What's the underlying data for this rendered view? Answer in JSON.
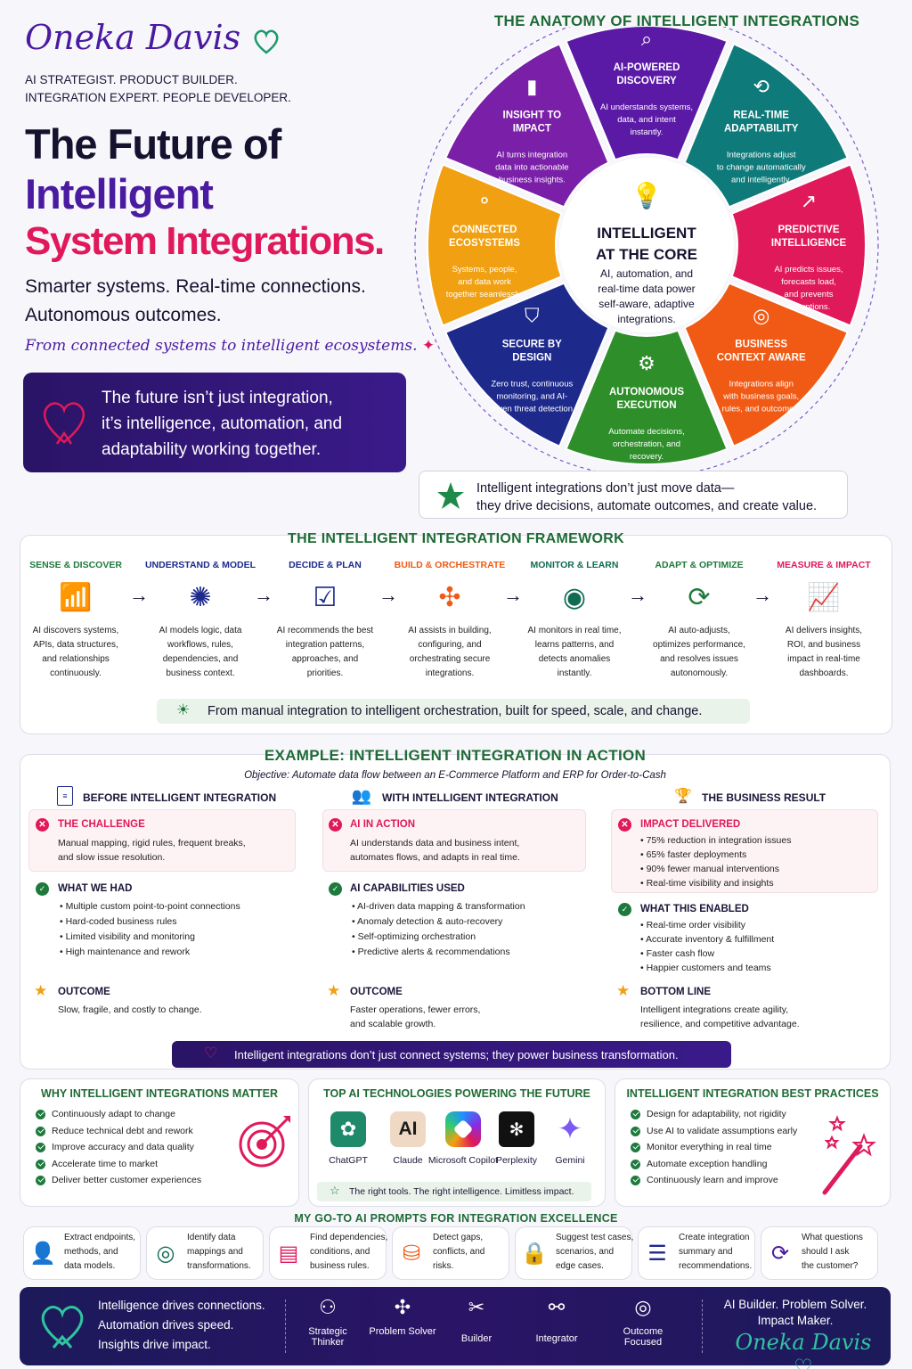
{
  "header": {
    "signature": "Oneka Davis",
    "roles_line1": "AI STRATEGIST. PRODUCT BUILDER.",
    "roles_line2": "INTEGRATION EXPERT. PEOPLE DEVELOPER.",
    "title_line1": "The Future of",
    "title_line2": "Intelligent",
    "title_line3": "System Integrations.",
    "subtitle_line1": "Smarter systems. Real-time connections.",
    "subtitle_line2": "Autonomous outcomes.",
    "tagline": "From connected systems to intelligent ecosystems.",
    "callout_line1": "The future isn’t just integration,",
    "callout_line2": "it’s intelligence, automation, and",
    "callout_line3": "adaptability working together."
  },
  "anatomy": {
    "title": "THE ANATOMY OF INTELLIGENT INTEGRATIONS",
    "core_title_1": "INTELLIGENT",
    "core_title_2": "AT THE CORE",
    "core_desc": [
      "AI, automation, and",
      "real-time data power",
      "self-aware, adaptive",
      "integrations."
    ],
    "segments": [
      {
        "title": [
          "AI-POWERED",
          "DISCOVERY"
        ],
        "desc": [
          "AI understands systems,",
          "data, and intent",
          "instantly."
        ],
        "color": "#5b1aa6",
        "icon": "search-icon"
      },
      {
        "title": [
          "REAL-TIME",
          "ADAPTABILITY"
        ],
        "desc": [
          "Integrations adjust",
          "to change automatically",
          "and intelligently."
        ],
        "color": "#0f7a7a",
        "icon": "sync-icon"
      },
      {
        "title": [
          "PREDICTIVE",
          "INTELLIGENCE"
        ],
        "desc": [
          "AI predicts issues,",
          "forecasts load,",
          "and prevents",
          "disruptions."
        ],
        "color": "#e0195a",
        "icon": "trend-chart-icon"
      },
      {
        "title": [
          "BUSINESS",
          "CONTEXT AWARE"
        ],
        "desc": [
          "Integrations align",
          "with business goals,",
          "rules, and outcomes."
        ],
        "color": "#f05a14",
        "icon": "target-icon"
      },
      {
        "title": [
          "AUTONOMOUS",
          "EXECUTION"
        ],
        "desc": [
          "Automate decisions,",
          "orchestration, and",
          "recovery."
        ],
        "color": "#2e8f2a",
        "icon": "robot-icon"
      },
      {
        "title": [
          "SECURE BY",
          "DESIGN"
        ],
        "desc": [
          "Zero trust, continuous",
          "monitoring, and AI-",
          "driven threat detection."
        ],
        "color": "#1d2a8c",
        "icon": "shield-icon"
      },
      {
        "title": [
          "CONNECTED",
          "ECOSYSTEMS"
        ],
        "desc": [
          "Systems, people,",
          "and data work",
          "together seamlessly."
        ],
        "color": "#f0a010",
        "icon": "network-icon"
      },
      {
        "title": [
          "INSIGHT TO",
          "IMPACT"
        ],
        "desc": [
          "AI turns integration",
          "data into actionable",
          "business insights."
        ],
        "color": "#7a1fa8",
        "icon": "bar-chart-icon"
      }
    ],
    "note_line1": "Intelligent integrations don’t just move data—",
    "note_line2": "they drive decisions, automate outcomes, and create value."
  },
  "framework": {
    "title": "THE INTELLIGENT INTEGRATION FRAMEWORK",
    "steps": [
      {
        "title": "SENSE & DISCOVER",
        "desc": [
          "AI discovers systems,",
          "APIs, data structures,",
          "and relationships",
          "continuously."
        ],
        "color": "#1e7a3c",
        "icon": "wifi-icon"
      },
      {
        "title": "UNDERSTAND & MODEL",
        "desc": [
          "AI models logic, data",
          "workflows, rules,",
          "dependencies, and",
          "business context."
        ],
        "color": "#1d2a8c",
        "icon": "brain-icon"
      },
      {
        "title": "DECIDE & PLAN",
        "desc": [
          "AI recommends the best",
          "integration patterns,",
          "approaches, and",
          "priorities."
        ],
        "color": "#1d2a8c",
        "icon": "checklist-icon"
      },
      {
        "title": "BUILD & ORCHESTRATE",
        "desc": [
          "AI assists in building,",
          "configuring, and",
          "orchestrating secure",
          "integrations."
        ],
        "color": "#f05a14",
        "icon": "puzzle-icon"
      },
      {
        "title": "MONITOR & LEARN",
        "desc": [
          "AI monitors in real time,",
          "learns patterns, and",
          "detects anomalies",
          "instantly."
        ],
        "color": "#0f6b52",
        "icon": "eye-icon"
      },
      {
        "title": "ADAPT & OPTIMIZE",
        "desc": [
          "AI auto-adjusts,",
          "optimizes performance,",
          "and resolves issues",
          "autonomously."
        ],
        "color": "#1e7a3c",
        "icon": "refresh-icon"
      },
      {
        "title": "MEASURE & IMPACT",
        "desc": [
          "AI delivers insights,",
          "ROI, and business",
          "impact in real-time",
          "dashboards."
        ],
        "color": "#e0195a",
        "icon": "growth-chart-icon"
      }
    ],
    "banner": "From manual integration to intelligent orchestration, built for speed, scale, and change."
  },
  "example": {
    "title": "EXAMPLE: INTELLIGENT INTEGRATION IN ACTION",
    "objective": "Objective: Automate data flow between an E-Commerce Platform and ERP for Order-to-Cash",
    "col1_head": "BEFORE INTELLIGENT INTEGRATION",
    "col2_head": "WITH INTELLIGENT INTEGRATION",
    "col3_head": "THE BUSINESS RESULT",
    "c1_b1_title": "THE CHALLENGE",
    "c1_b1_text": [
      "Manual mapping, rigid rules, frequent breaks,",
      "and slow issue resolution."
    ],
    "c1_b2_title": "WHAT WE HAD",
    "c1_b2_items": [
      "Multiple custom point-to-point connections",
      "Hard-coded business rules",
      "Limited visibility and monitoring",
      "High maintenance and rework"
    ],
    "c1_b3_title": "OUTCOME",
    "c1_b3_text": [
      "Slow, fragile, and costly to change."
    ],
    "c2_b1_title": "AI IN ACTION",
    "c2_b1_text": [
      "AI understands data and business intent,",
      "automates flows, and adapts in real time."
    ],
    "c2_b2_title": "AI CAPABILITIES USED",
    "c2_b2_items": [
      "AI-driven data mapping & transformation",
      "Anomaly detection & auto-recovery",
      "Self-optimizing orchestration",
      "Predictive alerts & recommendations"
    ],
    "c2_b3_title": "OUTCOME",
    "c2_b3_text": [
      "Faster operations, fewer errors,",
      "and scalable growth."
    ],
    "c3_b1_title": "IMPACT DELIVERED",
    "c3_b1_items": [
      "75% reduction in integration issues",
      "65% faster deployments",
      "90% fewer manual interventions",
      "Real-time visibility and insights"
    ],
    "c3_b2_title": "WHAT THIS ENABLED",
    "c3_b2_items": [
      "Real-time order visibility",
      "Accurate inventory & fulfillment",
      "Faster cash flow",
      "Happier customers and teams"
    ],
    "c3_b3_title": "BOTTOM LINE",
    "c3_b3_text": [
      "Intelligent integrations create agility,",
      "resilience, and competitive advantage."
    ],
    "banner": "Intelligent integrations don’t just connect systems; they power business transformation."
  },
  "why": {
    "title": "WHY INTELLIGENT INTEGRATIONS MATTER",
    "items": [
      "Continuously adapt to change",
      "Reduce technical debt and rework",
      "Improve accuracy and data quality",
      "Accelerate time to market",
      "Deliver better customer experiences"
    ]
  },
  "tech": {
    "title": "TOP AI TECHNOLOGIES POWERING THE FUTURE",
    "tools": [
      "ChatGPT",
      "Claude",
      "Microsoft Copilot",
      "Perplexity",
      "Gemini"
    ],
    "logo_claude": "AI",
    "note": "The right tools. The right intelligence. Limitless impact."
  },
  "best": {
    "title": "INTELLIGENT INTEGRATION BEST PRACTICES",
    "items": [
      "Design for adaptability, not rigidity",
      "Use AI to validate assumptions early",
      "Monitor everything in real time",
      "Automate exception handling",
      "Continuously learn and improve"
    ]
  },
  "prompts": {
    "title": "MY GO-TO AI PROMPTS FOR INTEGRATION EXCELLENCE",
    "items": [
      {
        "text": [
          "Extract endpoints,",
          "methods, and",
          "data models."
        ],
        "icon": "person-icon",
        "color": "#4a1aa0"
      },
      {
        "text": [
          "Identify data",
          "mappings and",
          "transformations."
        ],
        "icon": "target-icon",
        "color": "#0f6b52"
      },
      {
        "text": [
          "Find dependencies,",
          "conditions, and",
          "business rules."
        ],
        "icon": "document-icon",
        "color": "#e0195a"
      },
      {
        "text": [
          "Detect gaps,",
          "conflicts, and",
          "risks."
        ],
        "icon": "database-icon",
        "color": "#f05a14"
      },
      {
        "text": [
          "Suggest test cases,",
          "scenarios, and",
          "edge cases."
        ],
        "icon": "lock-icon",
        "color": "#5aa02a"
      },
      {
        "text": [
          "Create integration",
          "summary and",
          "recommendations."
        ],
        "icon": "list-icon",
        "color": "#1d2a8c"
      },
      {
        "text": [
          "What questions",
          "should I ask",
          "the customer?"
        ],
        "icon": "refresh-icon",
        "color": "#4a1aa0"
      }
    ]
  },
  "footer": {
    "line1": "Intelligence drives connections.",
    "line2": "Automation drives speed.",
    "line3": "Insights drive impact.",
    "roles": [
      "Strategic Thinker",
      "Problem Solver",
      "Builder",
      "Integrator",
      "Outcome Focused"
    ],
    "right1": "AI Builder. Problem Solver.",
    "right2": "Impact Maker.",
    "signature": "Oneka Davis"
  },
  "colors": {
    "purple": "#4a1aa0",
    "magenta": "#e0195a",
    "green": "#1e7a3c",
    "navy": "#1a1638"
  }
}
